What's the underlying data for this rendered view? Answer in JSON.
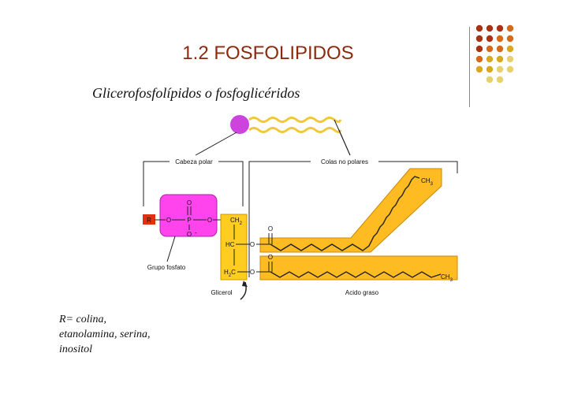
{
  "slide": {
    "title": "1.2 FOSFOLIPIDOS",
    "subtitle": "Glicerofosfolípidos o fosfoglicéridos",
    "r_note": [
      "R= colina,",
      "etanolamina, serina,",
      "inositol"
    ]
  },
  "diagram": {
    "labels": {
      "cabeza_polar": "Cabeza polar",
      "colas_no_polares": "Colas no polares",
      "grupo_fosfato": "Grupo fosfato",
      "glicerol": "Glicerol",
      "acido_graso": "Acido graso"
    },
    "atoms": {
      "r": "R",
      "o_left": "O",
      "p": "P",
      "o_right": "O",
      "o_top": "O",
      "o_minus": "O",
      "minus": "-",
      "ch2_top": "CH",
      "ch2_top_sub": "2",
      "hc": "HC",
      "h2c_h": "H",
      "h2c_sub": "2",
      "h2c_c": "C",
      "ester_o1": "O",
      "carbonyl_o1": "O",
      "ester_o2": "O",
      "carbonyl_o2": "O",
      "ch3_upper": "CH",
      "ch3_upper_sub": "3",
      "ch3_lower": "CH",
      "ch3_lower_sub": "3"
    }
  },
  "colors": {
    "title": "#8b2a0c",
    "head_ball": "#cc44dd",
    "tail": "#f2c83a",
    "phosphate_box": "#ff44ee",
    "glycerol_box": "#ffcc22",
    "fatty_acid": "#ffbb22",
    "r_box": "#e03010",
    "dot_palette": [
      "#a83214",
      "#d46a1a",
      "#d9a820",
      "#e6d070"
    ]
  }
}
